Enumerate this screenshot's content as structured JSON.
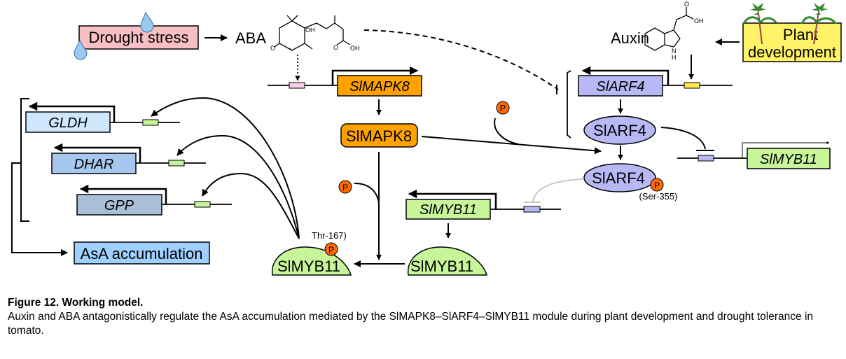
{
  "nodes": {
    "drought_stress": "Drought stress",
    "aba": "ABA",
    "auxin": "Auxin",
    "plant_development_line1": "Plant",
    "plant_development_line2": "development",
    "slmapk8_gene": "SlMAPK8",
    "slmapk8_protein": "SlMAPK8",
    "slarf4_gene": "SlARF4",
    "slarf4_protein": "SlARF4",
    "slarf4_phospho_protein": "SlARF4",
    "slmyb11_gene_right": "SlMYB11",
    "slmyb11_gene_center": "SlMYB11",
    "slmyb11_protein": "SlMYB11",
    "slmyb11_phospho_protein": "SlMYB11",
    "gldh_gene": "GLDH",
    "dhar_gene": "DHAR",
    "gpp_gene": "GPP",
    "asa_accumulation": "AsA accumulation"
  },
  "annotations": {
    "ser_site": "(Ser-355)",
    "thr_site": "Thr-167)",
    "phospho_label": "P",
    "oh": "OH",
    "o": "O",
    "nh": "N",
    "h": "H"
  },
  "colors": {
    "drought_box": "#f9c0c4",
    "plant_box": "#fff266",
    "mapk8": "#ffa200",
    "arf4": "#b7b8f5",
    "myb11": "#c6f59a",
    "gldh": "#cfe6ff",
    "dhar": "#a6c8ee",
    "gpp": "#a9bfd8",
    "asa": "#9fd0ff",
    "phospho": "#ff6a00",
    "aba_element": "#f6cfe6",
    "auxin_element": "#ffe94a",
    "arf_element": "#b5b7ee",
    "myb_element": "#c6f59a",
    "water_drop": "#9cc9f2",
    "inhibition_grey": "#c8c8c8"
  },
  "caption": {
    "title": "Figure 12. Working model.",
    "text": "Auxin and ABA antagonistically regulate the AsA accumulation mediated by the SlMAPK8–SlARF4–SlMYB11 module during plant development and drought tolerance in tomato."
  }
}
